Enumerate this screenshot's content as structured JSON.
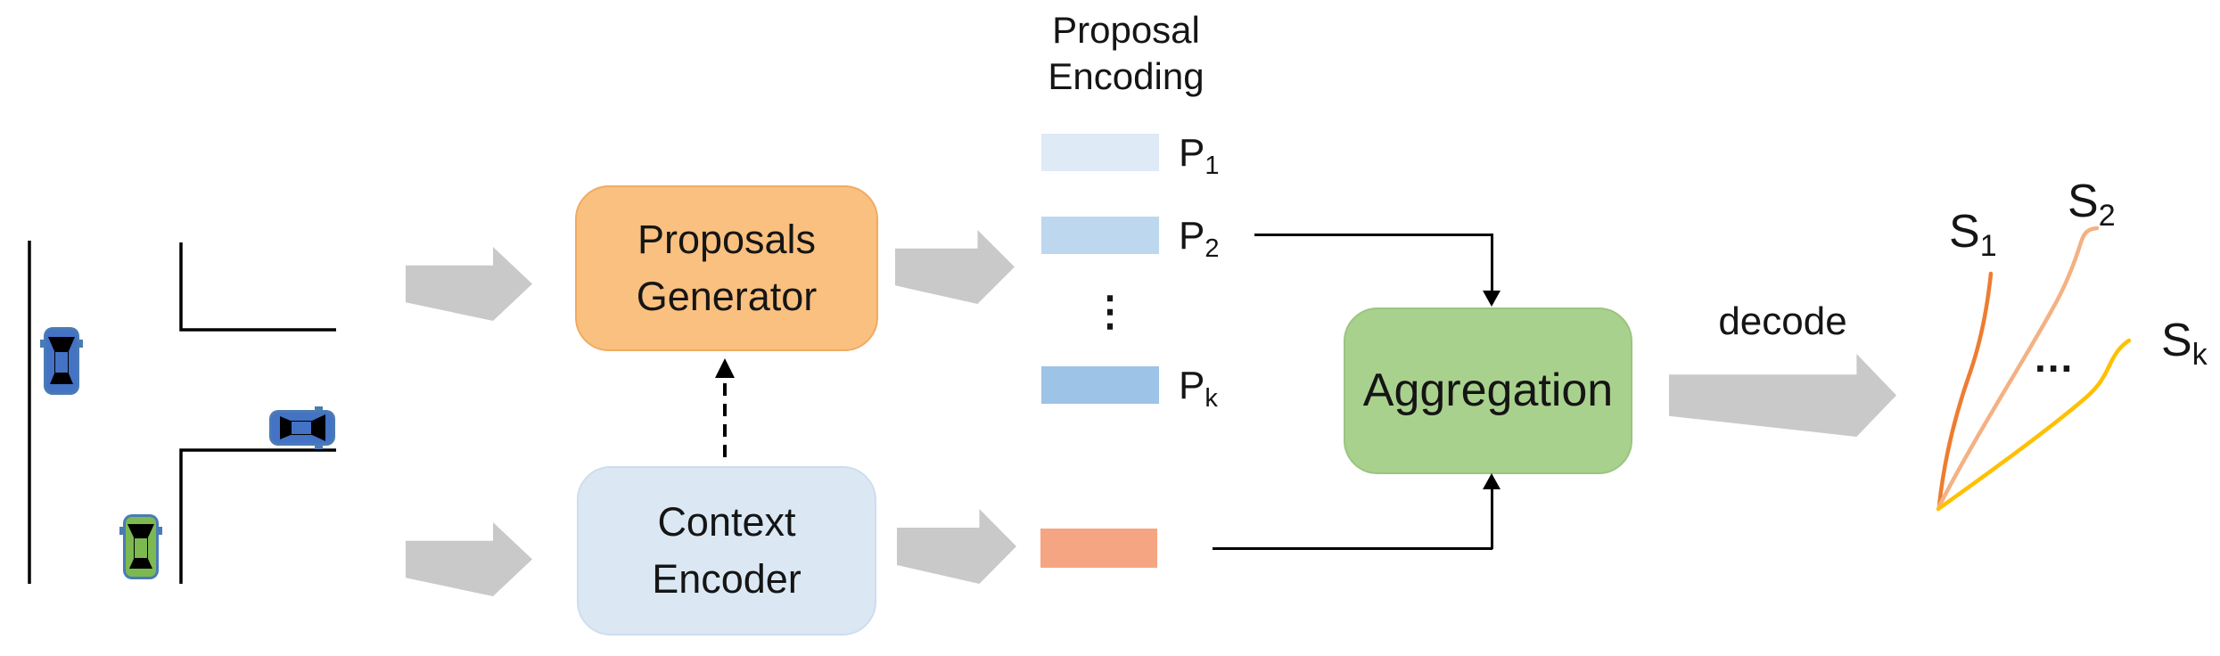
{
  "title": {
    "line1": "Proposal",
    "line2": "Encoding"
  },
  "boxes": {
    "proposals_generator": {
      "line1": "Proposals",
      "line2": "Generator",
      "fill": "#FAC07F"
    },
    "context_encoder": {
      "line1": "Context",
      "line2": "Encoder",
      "fill": "#DBE8F4"
    },
    "aggregation": {
      "label": "Aggregation",
      "fill": "#A9D18E"
    }
  },
  "proposal_bars": [
    {
      "label": "P",
      "sub": "1",
      "color": "#DEEAF6"
    },
    {
      "label": "P",
      "sub": "2",
      "color": "#BDD7EE"
    },
    {
      "label": "P",
      "sub": "k",
      "color": "#9DC3E6"
    }
  ],
  "vertical_ellipsis": "⋮",
  "context_bar": {
    "color": "#F6A582"
  },
  "decode_label": "decode",
  "trajectories": [
    {
      "label": "S",
      "sub": "1",
      "color": "#ED7D31"
    },
    {
      "label": "S",
      "sub": "2",
      "color": "#F4B183"
    },
    {
      "label": "S",
      "sub": "k",
      "color": "#FFC000"
    }
  ],
  "horizontal_ellipsis": "...",
  "arrow_color": "#C9C9C9",
  "connector_color": "#000000",
  "road_scene": {
    "road_color": "#000000",
    "car_rim_color": "#4A7BB5",
    "blue_car_color": "#4472C4",
    "green_car_color": "#7CB950",
    "window_color": "#000000"
  }
}
